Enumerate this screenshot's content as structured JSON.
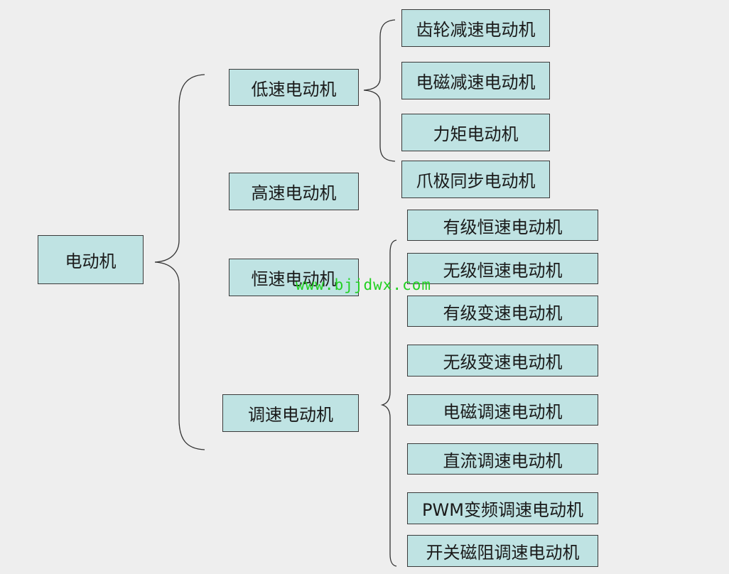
{
  "diagram": {
    "root": {
      "label": "电动机"
    },
    "level1": [
      {
        "id": "low-speed",
        "label": "低速电动机"
      },
      {
        "id": "high-speed",
        "label": "高速电动机"
      },
      {
        "id": "constant-speed",
        "label": "恒速电动机"
      },
      {
        "id": "adjustable-speed",
        "label": "调速电动机"
      }
    ],
    "low_speed_children": [
      {
        "id": "gear-reduction",
        "label": "齿轮减速电动机"
      },
      {
        "id": "electromagnetic-reduction",
        "label": "电磁减速电动机"
      },
      {
        "id": "torque",
        "label": "力矩电动机"
      },
      {
        "id": "claw-pole-synchronous",
        "label": "爪极同步电动机"
      }
    ],
    "speed_children": [
      {
        "id": "stepped-constant",
        "label": "有级恒速电动机"
      },
      {
        "id": "stepless-constant",
        "label": "无级恒速电动机"
      },
      {
        "id": "stepped-variable",
        "label": "有级变速电动机"
      },
      {
        "id": "stepless-variable",
        "label": "无级变速电动机"
      },
      {
        "id": "electromagnetic-adjustable",
        "label": "电磁调速电动机"
      },
      {
        "id": "dc-adjustable",
        "label": "直流调速电动机"
      },
      {
        "id": "pwm-vf-adjustable",
        "label": "PWM变频调速电动机"
      },
      {
        "id": "switched-reluctance-adjustable",
        "label": "开关磁阻调速电动机"
      }
    ]
  },
  "watermark": {
    "text": "www.bjjdwx.com"
  },
  "colors": {
    "background": "#eeeeee",
    "node_fill": "#bfe3e3",
    "node_border": "#3a3a3a",
    "connector": "#333333",
    "watermark": "#22d022"
  }
}
